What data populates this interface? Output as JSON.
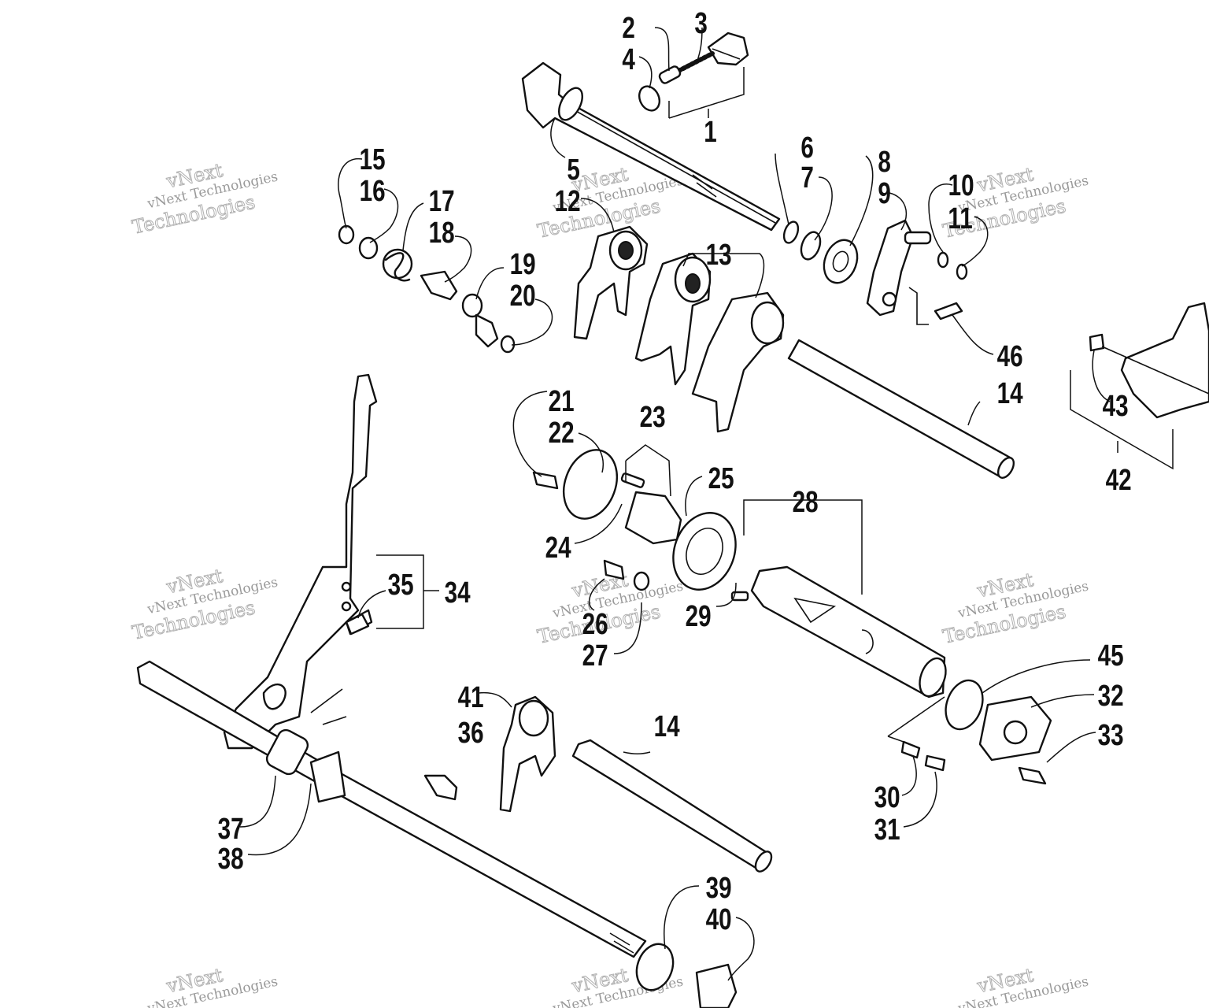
{
  "colors": {
    "ink": "#111111",
    "paper": "#ffffff",
    "watermark": "#9a9a9a"
  },
  "watermark": {
    "line1": "vNext Technologies",
    "line2a": "vNext",
    "line2b": "Technologies"
  },
  "callouts": [
    {
      "id": "c1",
      "text": "1"
    },
    {
      "id": "c2",
      "text": "2"
    },
    {
      "id": "c3",
      "text": "3"
    },
    {
      "id": "c4",
      "text": "4"
    },
    {
      "id": "c5",
      "text": "5"
    },
    {
      "id": "c6",
      "text": "6"
    },
    {
      "id": "c7",
      "text": "7"
    },
    {
      "id": "c8",
      "text": "8"
    },
    {
      "id": "c9",
      "text": "9"
    },
    {
      "id": "c10",
      "text": "10"
    },
    {
      "id": "c11",
      "text": "11"
    },
    {
      "id": "c12",
      "text": "12"
    },
    {
      "id": "c13",
      "text": "13"
    },
    {
      "id": "c14a",
      "text": "14"
    },
    {
      "id": "c14b",
      "text": "14"
    },
    {
      "id": "c15",
      "text": "15"
    },
    {
      "id": "c16",
      "text": "16"
    },
    {
      "id": "c17",
      "text": "17"
    },
    {
      "id": "c18",
      "text": "18"
    },
    {
      "id": "c19",
      "text": "19"
    },
    {
      "id": "c20",
      "text": "20"
    },
    {
      "id": "c21",
      "text": "21"
    },
    {
      "id": "c22",
      "text": "22"
    },
    {
      "id": "c23",
      "text": "23"
    },
    {
      "id": "c24",
      "text": "24"
    },
    {
      "id": "c25",
      "text": "25"
    },
    {
      "id": "c26",
      "text": "26"
    },
    {
      "id": "c27",
      "text": "27"
    },
    {
      "id": "c28",
      "text": "28"
    },
    {
      "id": "c29",
      "text": "29"
    },
    {
      "id": "c30",
      "text": "30"
    },
    {
      "id": "c31",
      "text": "31"
    },
    {
      "id": "c32",
      "text": "32"
    },
    {
      "id": "c33",
      "text": "33"
    },
    {
      "id": "c34",
      "text": "34"
    },
    {
      "id": "c35",
      "text": "35"
    },
    {
      "id": "c36",
      "text": "36"
    },
    {
      "id": "c37",
      "text": "37"
    },
    {
      "id": "c38",
      "text": "38"
    },
    {
      "id": "c39",
      "text": "39"
    },
    {
      "id": "c40",
      "text": "40"
    },
    {
      "id": "c41",
      "text": "41"
    },
    {
      "id": "c42",
      "text": "42"
    },
    {
      "id": "c43",
      "text": "43"
    },
    {
      "id": "c45",
      "text": "45"
    },
    {
      "id": "c46",
      "text": "46"
    }
  ]
}
